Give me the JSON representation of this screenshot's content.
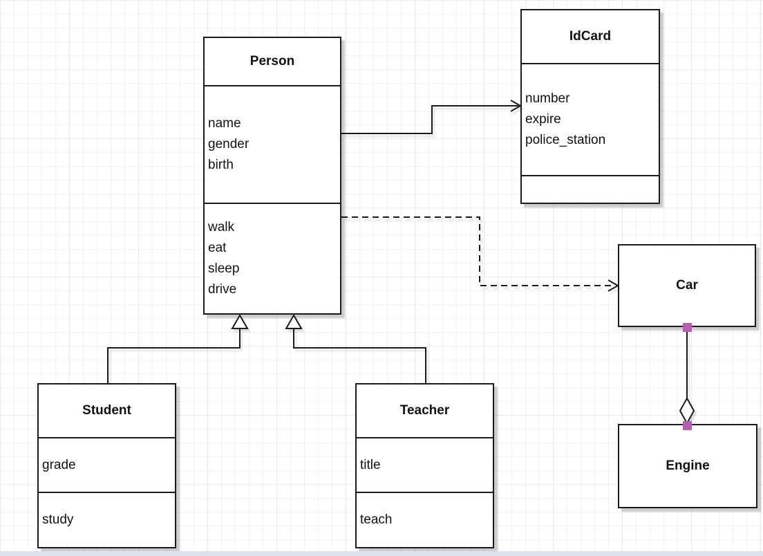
{
  "diagram": {
    "type": "uml-class-diagram",
    "classes": {
      "person": {
        "name": "Person",
        "attributes": [
          "name",
          "gender",
          "birth"
        ],
        "methods": [
          "walk",
          "eat",
          "sleep",
          "drive"
        ]
      },
      "idcard": {
        "name": "IdCard",
        "attributes": [
          "number",
          "expire",
          "police_station"
        ],
        "methods": []
      },
      "car": {
        "name": "Car",
        "attributes": [],
        "methods": []
      },
      "engine": {
        "name": "Engine",
        "attributes": [],
        "methods": []
      },
      "student": {
        "name": "Student",
        "attributes": [
          "grade"
        ],
        "methods": [
          "study"
        ]
      },
      "teacher": {
        "name": "Teacher",
        "attributes": [
          "title"
        ],
        "methods": [
          "teach"
        ]
      }
    },
    "relationships": [
      {
        "from": "Person",
        "to": "IdCard",
        "type": "association",
        "line": "solid",
        "arrowhead": "open"
      },
      {
        "from": "Person",
        "to": "Car",
        "type": "dependency",
        "line": "dashed",
        "arrowhead": "open"
      },
      {
        "from": "Student",
        "to": "Person",
        "type": "generalization",
        "line": "solid",
        "arrowhead": "hollow-triangle"
      },
      {
        "from": "Teacher",
        "to": "Person",
        "type": "generalization",
        "line": "solid",
        "arrowhead": "hollow-triangle"
      },
      {
        "from": "Car",
        "to": "Engine",
        "type": "aggregation",
        "line": "solid",
        "arrowhead": "hollow-diamond",
        "endpoints": "purple connection handles"
      }
    ]
  },
  "colors": {
    "shape_border": "#1a1a1a",
    "shape_fill": "#ffffff",
    "connection_handle": "#b45eb4",
    "grid_line_minor": "#f3f3f3",
    "grid_line_major": "#e9e9e9",
    "canvas_bottom_bar": "#dde2ec"
  }
}
